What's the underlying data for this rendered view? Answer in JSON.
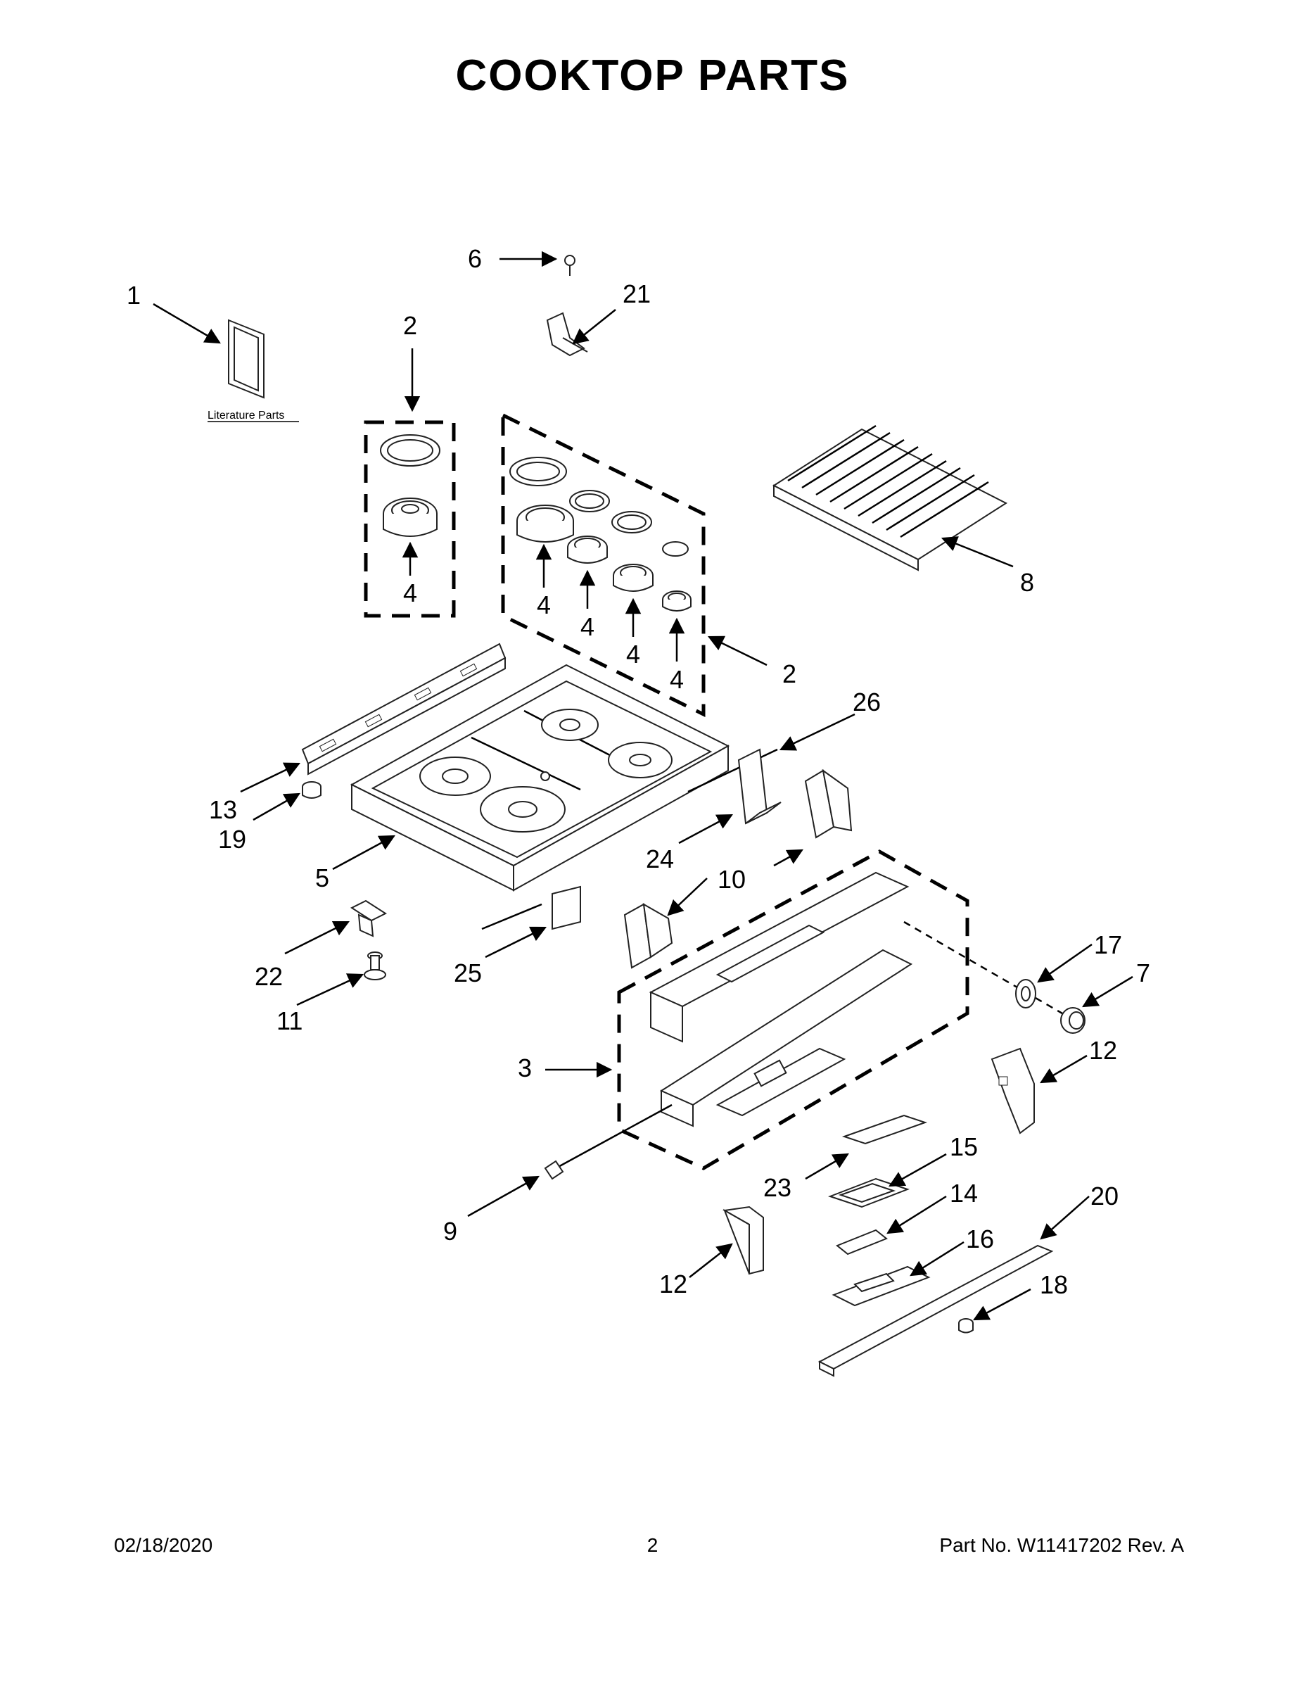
{
  "title": "COOKTOP PARTS",
  "literature_label": "Literature Parts",
  "callouts": {
    "c1": "1",
    "c2a": "2",
    "c2b": "2",
    "c3": "3",
    "c4a": "4",
    "c4b": "4",
    "c4c": "4",
    "c4d": "4",
    "c4e": "4",
    "c5": "5",
    "c6": "6",
    "c7": "7",
    "c8": "8",
    "c9": "9",
    "c10": "10",
    "c11": "11",
    "c12a": "12",
    "c12b": "12",
    "c13": "13",
    "c14": "14",
    "c15": "15",
    "c16": "16",
    "c17": "17",
    "c18": "18",
    "c19": "19",
    "c20": "20",
    "c21": "21",
    "c22": "22",
    "c23": "23",
    "c24": "24",
    "c25": "25",
    "c26": "26"
  },
  "footer": {
    "date": "02/18/2020",
    "page": "2",
    "part_no": "Part No.  W11417202  Rev.  A"
  }
}
